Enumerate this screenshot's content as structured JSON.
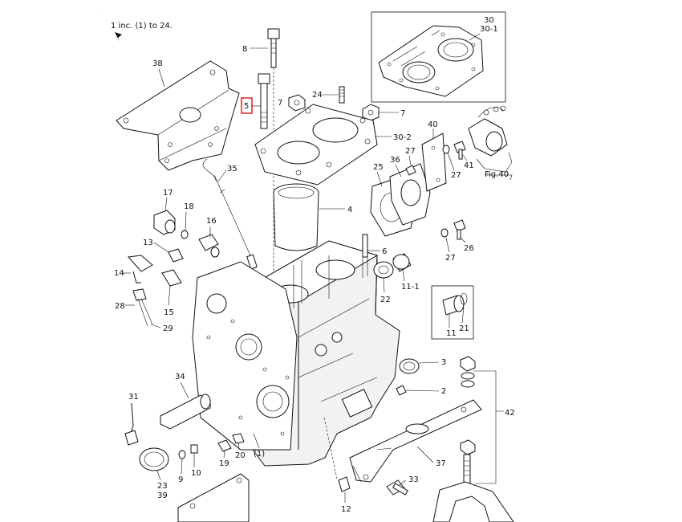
{
  "header": {
    "note": "1 inc. (1) to 24.",
    "pointer_glyph": "arrow-pointer"
  },
  "inset_gasket": {
    "label_a": "30",
    "label_b": "30-1"
  },
  "inset_fig40": {
    "label": "Fig.40"
  },
  "inset_plug": {
    "label_a": "11",
    "label_b": "21"
  },
  "callouts": {
    "c1": "(1)",
    "c2": "2",
    "c3": "3",
    "c4": "4",
    "c5": "5",
    "c6": "6",
    "c7a": "7",
    "c7b": "7",
    "c8": "8",
    "c9": "9",
    "c10": "10",
    "c11_1": "11-1",
    "c12": "12",
    "c13": "13",
    "c14": "14",
    "c15": "15",
    "c16": "16",
    "c17": "17",
    "c18": "18",
    "c19": "19",
    "c20": "20",
    "c22": "22",
    "c23": "23",
    "c24": "24",
    "c25": "25",
    "c26": "26",
    "c27a": "27",
    "c27b": "27",
    "c27c": "27",
    "c28": "28",
    "c29": "29",
    "c30_2": "30-2",
    "c31": "31",
    "c33": "33",
    "c34": "34",
    "c35": "35",
    "c36": "36",
    "c37": "37",
    "c38": "38",
    "c39": "39",
    "c40": "40",
    "c41": "41",
    "c42": "42"
  },
  "highlight": {
    "item": "5",
    "color": "#d9262c"
  }
}
